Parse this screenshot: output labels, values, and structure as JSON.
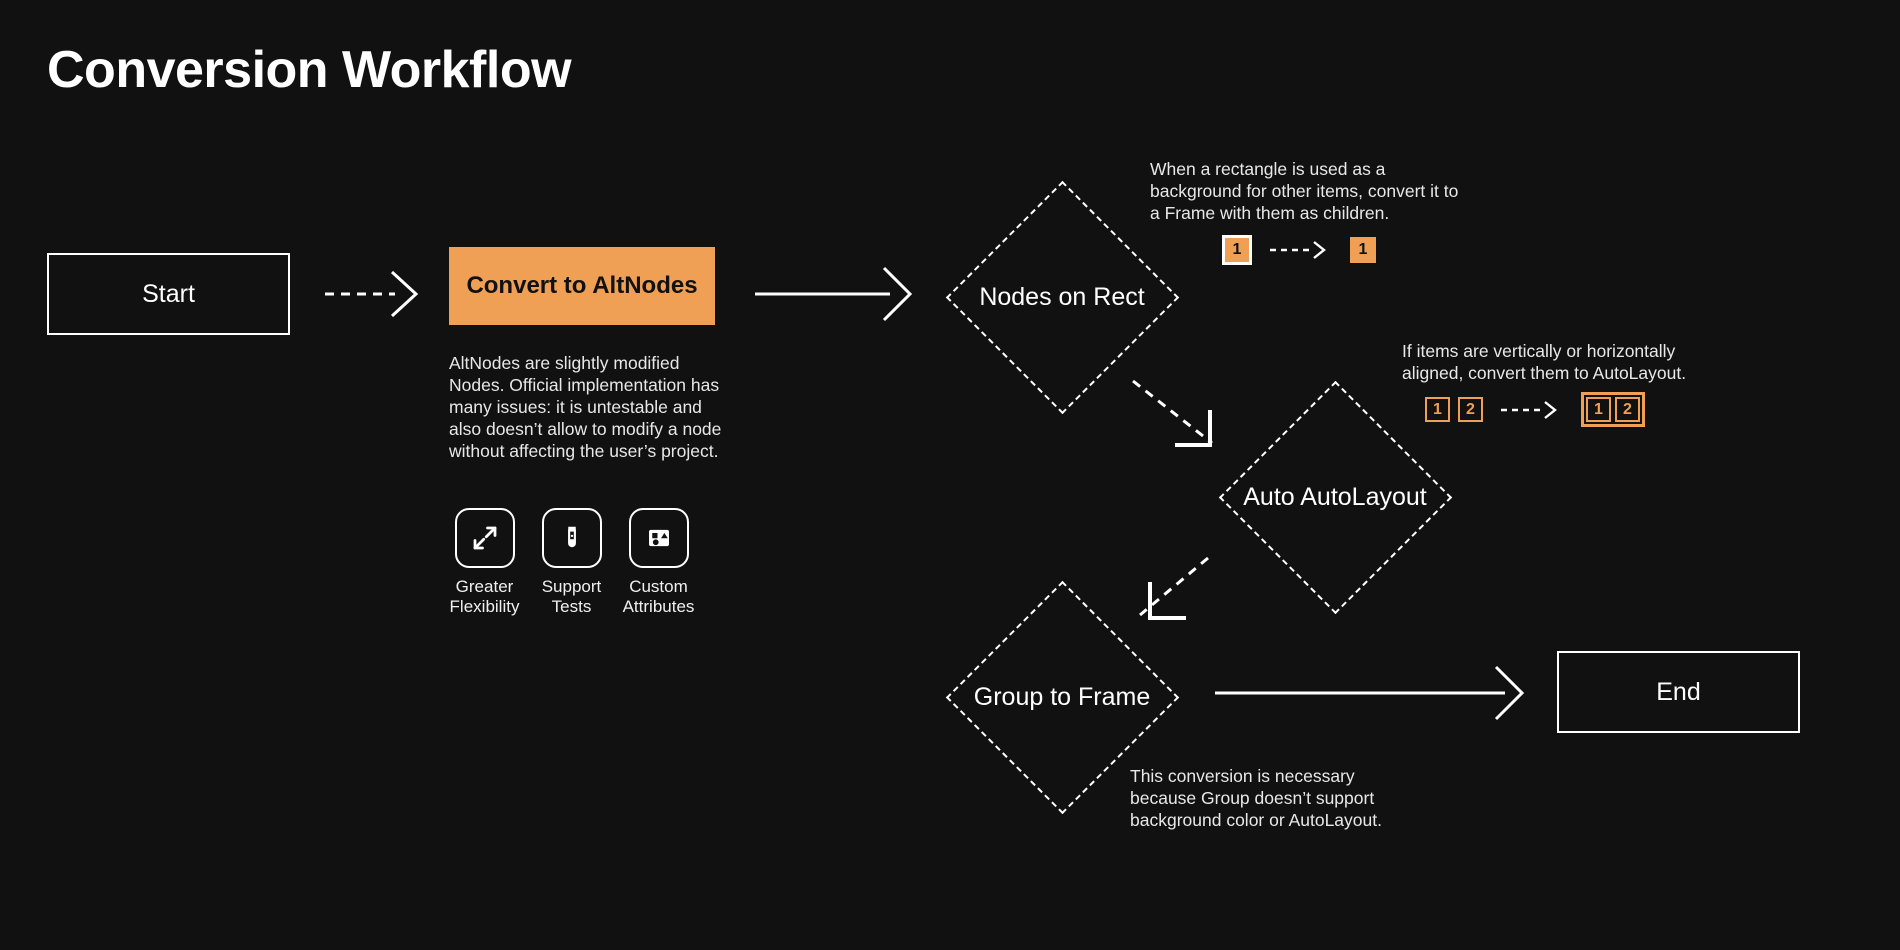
{
  "page": {
    "title": "Conversion Workflow",
    "background_color": "#111111",
    "accent_color": "#F0A055",
    "text_color": "#ffffff"
  },
  "nodes": {
    "start": {
      "label": "Start",
      "shape": "rectangle"
    },
    "convert": {
      "label": "Convert to AltNodes",
      "shape": "rectangle-filled"
    },
    "nodes_on_rect": {
      "label": "Nodes on Rect",
      "shape": "diamond"
    },
    "auto_autolayout": {
      "label": "Auto AutoLayout",
      "shape": "diamond"
    },
    "group_to_frame": {
      "label": "Group to Frame",
      "shape": "diamond"
    },
    "end": {
      "label": "End",
      "shape": "rectangle"
    }
  },
  "descriptions": {
    "altnodes": "AltNodes are slightly modified Nodes. Official implementation has many issues: it is untestable and also doesn’t allow to modify a node without affecting the user’s project.",
    "nodes_on_rect": "When a rectangle is used as a background for other items, convert it to a Frame with them as children.",
    "auto_autolayout": "If items are vertically or horizontally aligned, convert them to AutoLayout.",
    "group_to_frame": "This conversion is necessary because Group doesn’t support background color or AutoLayout."
  },
  "features": [
    {
      "icon": "expand-arrows-icon",
      "label": "Greater\nFlexibility"
    },
    {
      "icon": "test-tube-icon",
      "label": "Support\nTests"
    },
    {
      "icon": "shapes-icon",
      "label": "Custom\nAttributes"
    }
  ],
  "badges": {
    "nodes_on_rect": {
      "before": [
        "1"
      ],
      "after": [
        "1"
      ],
      "after_grouped": false
    },
    "auto_autolayout": {
      "before": [
        "1",
        "2"
      ],
      "after": [
        "1",
        "2"
      ],
      "after_grouped": true
    }
  },
  "connectors": [
    {
      "from": "start",
      "to": "convert",
      "style": "dashed"
    },
    {
      "from": "convert",
      "to": "nodes_on_rect",
      "style": "solid"
    },
    {
      "from": "nodes_on_rect",
      "to": "auto_autolayout",
      "style": "dashed"
    },
    {
      "from": "auto_autolayout",
      "to": "group_to_frame",
      "style": "dashed"
    },
    {
      "from": "group_to_frame",
      "to": "end",
      "style": "solid"
    }
  ]
}
